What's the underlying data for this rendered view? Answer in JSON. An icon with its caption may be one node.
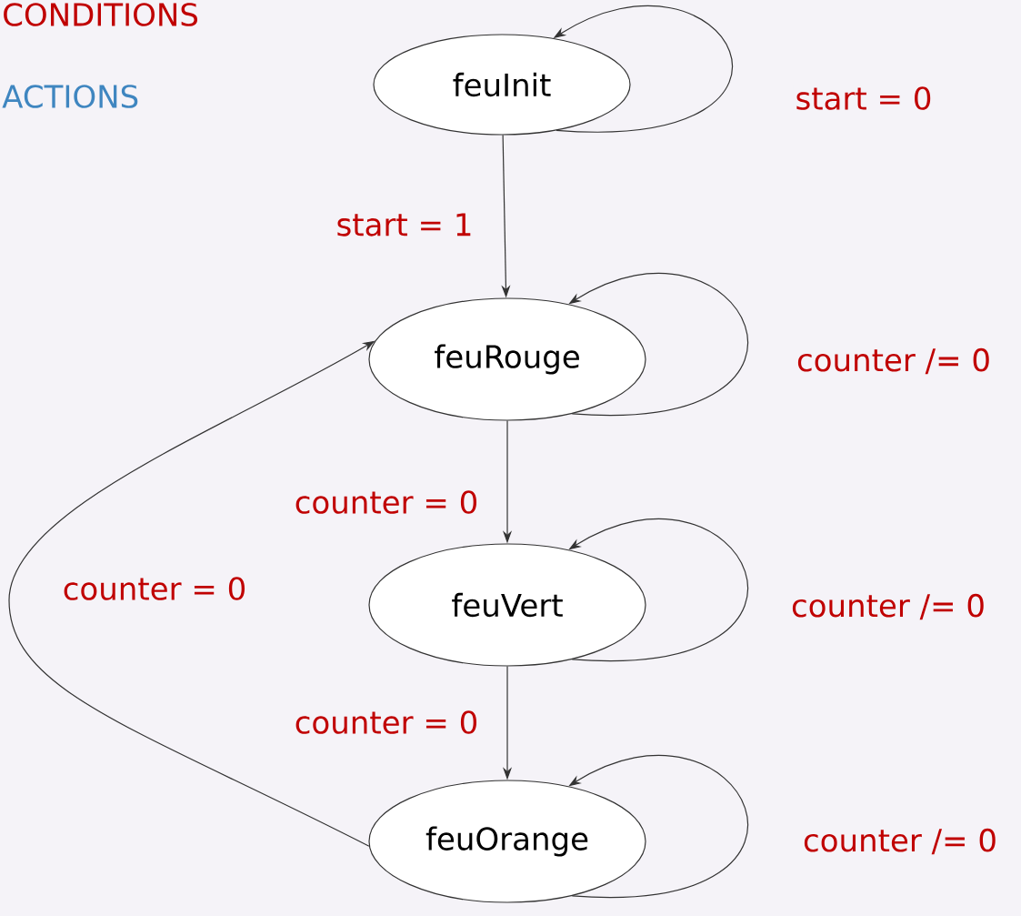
{
  "diagram": {
    "nodes": [
      {
        "text": [
          "feuInit"
        ]
      },
      {
        "text": [
          "feuRouge"
        ]
      },
      {
        "text": [
          "feuVert"
        ]
      },
      {
        "text": [
          "feuOrange"
        ]
      }
    ],
    "edges": [
      {
        "from": 0,
        "to": 0,
        "arrow": "to",
        "label": "start = 0"
      },
      {
        "from": 0,
        "to": 1,
        "arrow": "to",
        "label": "start = 1"
      },
      {
        "from": 1,
        "to": 1,
        "arrow": "to",
        "label": "counter /=  0"
      },
      {
        "from": 1,
        "to": 2,
        "arrow": "to",
        "label": "counter =  0"
      },
      {
        "from": 2,
        "to": 2,
        "arrow": "to",
        "label": "counter /=  0"
      },
      {
        "from": 2,
        "to": 3,
        "arrow": "to",
        "label": "counter =  0"
      },
      {
        "from": 3,
        "to": 3,
        "arrow": "to",
        "label": "counter /=  0"
      },
      {
        "from": 3,
        "to": 1,
        "arrow": "to",
        "label": "counter =  0"
      }
    ],
    "labels": [
      "CONDITIONS",
      "ACTIONS"
    ]
  }
}
